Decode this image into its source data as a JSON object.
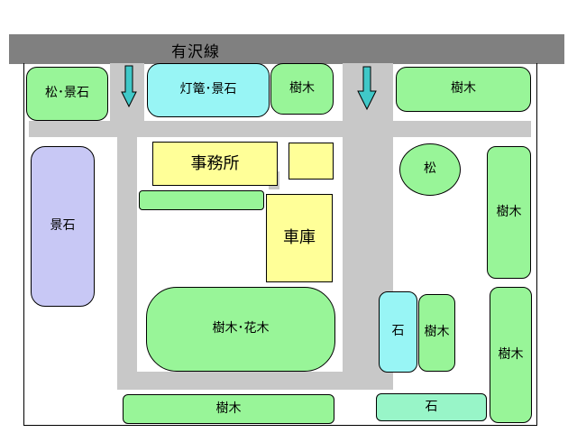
{
  "road": {
    "name": "有沢線"
  },
  "areas": {
    "matsu_keiseki": "松･景石",
    "toro_keiseki": "灯篭･景石",
    "jumoku_top_mid": "樹木",
    "jumoku_top_right": "樹木",
    "office": "事務所",
    "garage": "車庫",
    "keiseki_left": "景石",
    "matsu_right": "松",
    "jumoku_right_upper": "樹木",
    "jumoku_kaboku": "樹木･花木",
    "ishi_small": "石",
    "jumoku_small": "樹木",
    "jumoku_right_lower": "樹木",
    "jumoku_bottom": "樹木",
    "ishi_bottom": "石"
  },
  "colors": {
    "road": "#c8c8c8",
    "top_road": "#808080",
    "tree": "#98f598",
    "stone_lantern": "#98f5f5",
    "stone": "#c8c8f5",
    "building": "#ffff98",
    "bottom_stone": "#98f5c8",
    "arrow": "#40c8c8"
  },
  "icons": {
    "arrow": "down-arrow-icon"
  }
}
